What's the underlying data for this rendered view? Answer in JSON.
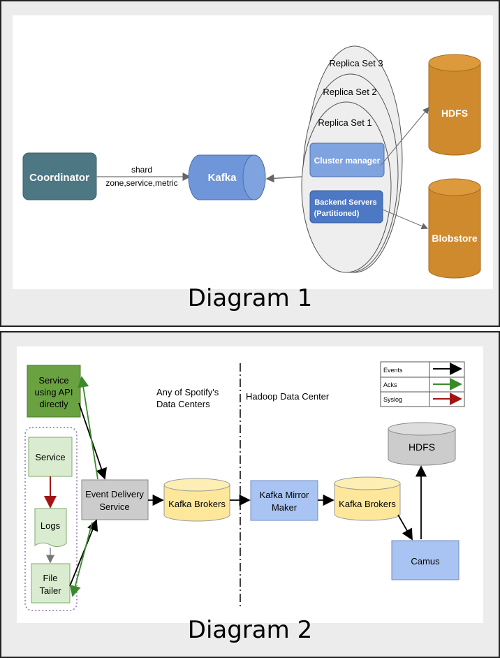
{
  "diagram1": {
    "caption": "Diagram 1",
    "coordinator": "Coordinator",
    "edge_label_line1": "shard",
    "edge_label_line2": "zone,service,metric",
    "kafka": "Kafka",
    "replica_sets": [
      "Replica Set 3",
      "Replica Set 2",
      "Replica Set 1"
    ],
    "cluster_manager": "Cluster manager",
    "backend_line1": "Backend Servers",
    "backend_line2": "(Partitioned)",
    "hdfs": "HDFS",
    "blobstore": "Blobstore",
    "colors": {
      "coordinator": "#4e7784",
      "kafka": "#6f96d8",
      "storage": "#cf8a2e",
      "replica": "#eeeeee"
    }
  },
  "diagram2": {
    "caption": "Diagram 2",
    "service_api": [
      "Service",
      "using API",
      "directly"
    ],
    "service": "Service",
    "logs": "Logs",
    "file_tailer": [
      "File",
      "Tailer"
    ],
    "event_delivery": [
      "Event Delivery",
      "Service"
    ],
    "kafka_brokers_1": "Kafka Brokers",
    "kafka_mirror": [
      "Kafka Mirror",
      "Maker"
    ],
    "kafka_brokers_2": "Kafka Brokers",
    "hdfs": "HDFS",
    "camus": "Camus",
    "region_left": [
      "Any of Spotify's",
      "Data Centers"
    ],
    "region_right": "Hadoop Data Center",
    "legend": [
      {
        "label": "Events",
        "color": "#000000"
      },
      {
        "label": "Acks",
        "color": "#3a8a2a"
      },
      {
        "label": "Syslog",
        "color": "#a31515"
      }
    ],
    "colors": {
      "green_box": "#6aa241",
      "light_green": "#d9ecd0",
      "grey_box": "#cccccc",
      "yellow": "#fde79a",
      "blue": "#a9c4f2"
    }
  }
}
